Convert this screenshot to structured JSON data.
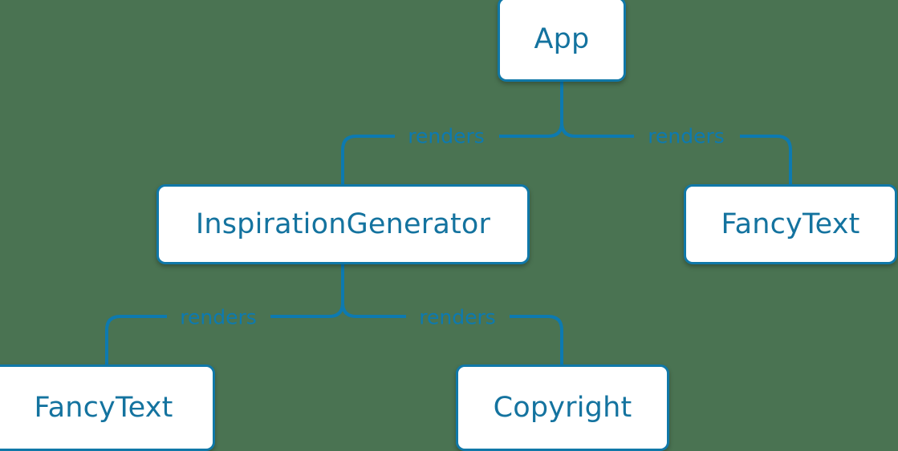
{
  "diagram": {
    "type": "component-render-tree",
    "background_color": "#4a7352",
    "node_border_color": "#1078a8",
    "node_fill_color": "#ffffff",
    "node_text_color": "#14739f",
    "edge_color": "#0d7ab0",
    "edge_label_color": "#0d7ab0",
    "nodes": [
      {
        "id": "app",
        "label": "App"
      },
      {
        "id": "inspgen",
        "label": "InspirationGenerator"
      },
      {
        "id": "fancy_right",
        "label": "FancyText"
      },
      {
        "id": "fancy_left",
        "label": "FancyText"
      },
      {
        "id": "copyright",
        "label": "Copyright"
      }
    ],
    "edges": [
      {
        "id": "app_inspgen",
        "from": "App",
        "to": "InspirationGenerator",
        "label": "renders"
      },
      {
        "id": "app_fancy",
        "from": "App",
        "to": "FancyText",
        "label": "renders"
      },
      {
        "id": "ig_fancy",
        "from": "InspirationGenerator",
        "to": "FancyText",
        "label": "renders"
      },
      {
        "id": "ig_copyright",
        "from": "InspirationGenerator",
        "to": "Copyright",
        "label": "renders"
      }
    ]
  }
}
